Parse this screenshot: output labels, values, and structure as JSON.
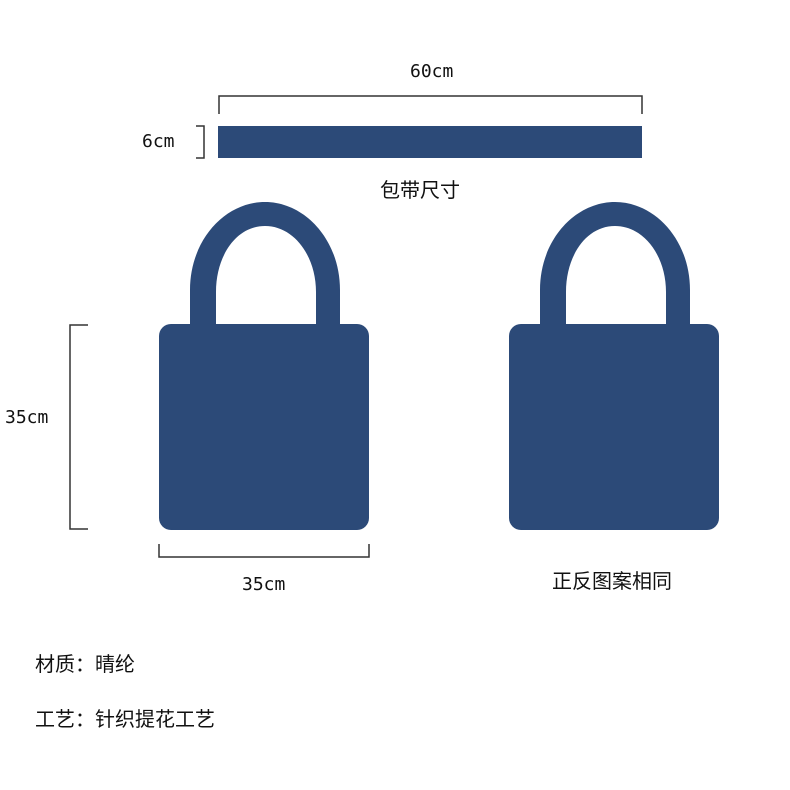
{
  "strap": {
    "length_label": "60cm",
    "width_label": "6cm",
    "caption": "包带尺寸"
  },
  "bag": {
    "height_label": "35cm",
    "width_label": "35cm",
    "back_caption": "正反图案相同"
  },
  "specs": {
    "material": "材质：晴纶",
    "craft": "工艺：针织提花工艺"
  },
  "colors": {
    "bag_fill": "#2c4a78",
    "strap_fill": "#2c4a78",
    "dimension_line": "#333333",
    "background": "#ffffff"
  }
}
